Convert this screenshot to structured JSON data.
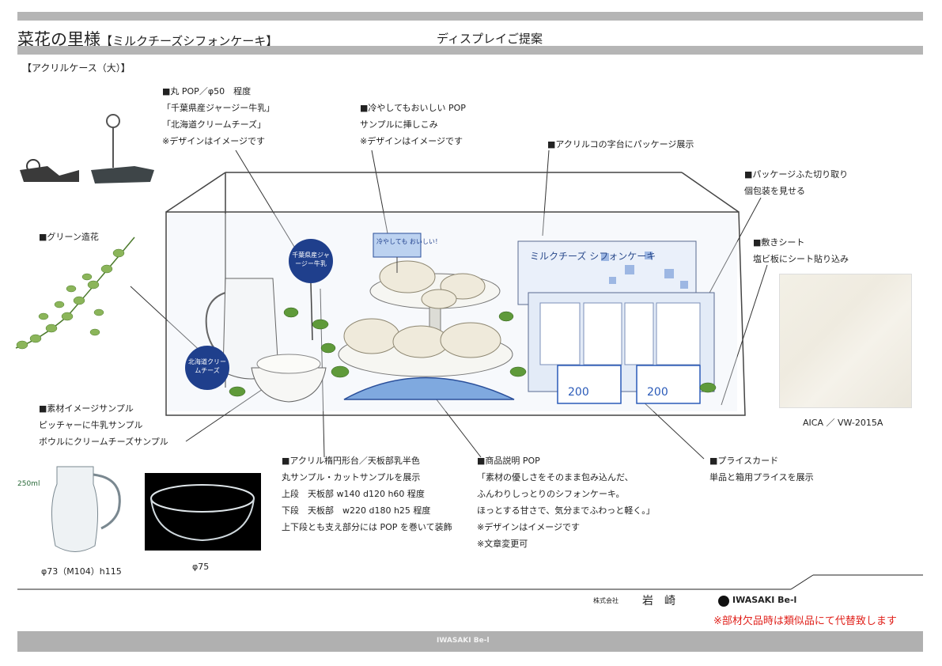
{
  "header": {
    "title": "菜花の里様",
    "product": "【ミルクチーズシフォンケーキ】",
    "proposal": "ディスプレイご提案"
  },
  "section": "【アクリルケース（大）】",
  "callouts": {
    "pop50": [
      "■丸 POP／φ50　程度",
      "「千葉県産ジャージー牛乳」",
      "「北海道クリームチーズ」",
      "※デザインはイメージです"
    ],
    "cold_pop": [
      "■冷やしてもおいしい POP",
      "サンプルに挿しこみ",
      "※デザインはイメージです"
    ],
    "acrylic_stand": [
      "■アクリルコの字台にパッケージ展示"
    ],
    "package": [
      "■パッケージふた切り取り",
      "個包装を見せる"
    ],
    "sheet": [
      "■敷きシート",
      "塩ビ板にシート貼り込み"
    ],
    "green": [
      "■グリーン造花"
    ],
    "material": [
      "■素材イメージサンプル",
      "ピッチャーに牛乳サンプル",
      "ボウルにクリームチーズサンプル"
    ],
    "stand": [
      "■アクリル楕円形台／天板部乳半色",
      "丸サンプル・カットサンプルを展示",
      "上段　天板部 w140 d120 h60 程度",
      "下段　天板部　w220 d180 h25 程度",
      "上下段とも支え部分には POP を巻いて装飾"
    ],
    "desc_pop": [
      "■商品説明 POP",
      "「素材の優しさをそのまま包み込んだ、",
      "ふんわりしっとりのシフォンケーキ。",
      "ほっとする甘さで、気分までふわっと軽く。」",
      "※デザインはイメージです",
      "※文章変更可"
    ],
    "price": [
      "■プライスカード",
      "単品と箱用プライスを展示"
    ]
  },
  "sheet_code": "AICA ／ VW-2015A",
  "pitcher": {
    "volume": "250ml",
    "size": "φ73（M104）h115"
  },
  "bowl": {
    "size": "φ75"
  },
  "sketch": {
    "pop_round_left": "北海道クリームチーズ",
    "pop_round_top": "千葉県産ジャージー牛乳",
    "pop_flag": "冷やしても おいしい！",
    "box_label": "ミルクチーズ シフォンケーキ",
    "price_mark": "200"
  },
  "footer": {
    "company_prefix": "株式会社",
    "company": "岩　崎",
    "brand": "IWASAKI Be-l",
    "note": "※部材欠品時は類似品にて代替致します",
    "bar_logo": "IWASAKI Be-l"
  },
  "colors": {
    "bar": "#b5b5b5",
    "note_red": "#e0201a",
    "pop_blue": "#1f3f8c",
    "green": "#5f9a3a"
  }
}
